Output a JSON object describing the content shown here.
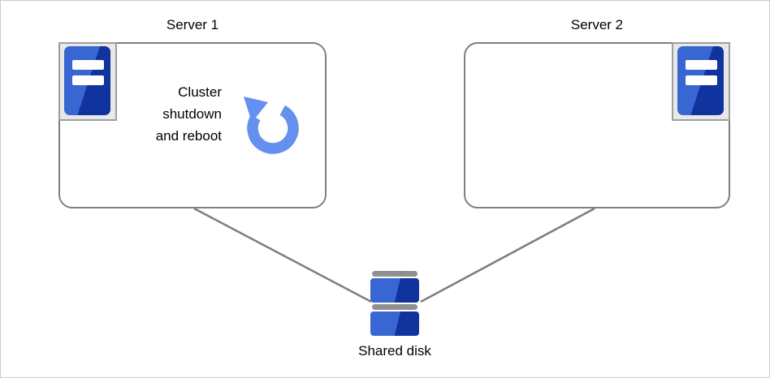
{
  "colors": {
    "canvas_border": "#cccccc",
    "box_border": "#7f7f7f",
    "connector": "#7f7f7f",
    "icon_frame_bg": "#e8e8e8",
    "icon_frame_border": "#9e9e9e",
    "server_blue_light": "#3866d2",
    "server_blue_dark": "#10339e",
    "disk_bar": "#8f8f8f",
    "reboot_arrow": "#6590f0",
    "text": "#000000"
  },
  "nodes": {
    "server1": {
      "title": "Server 1",
      "annotation": {
        "line1": "Cluster",
        "line2": "shutdown",
        "line3": "and reboot"
      }
    },
    "server2": {
      "title": "Server 2"
    },
    "shared_disk": {
      "label": "Shared disk"
    }
  }
}
